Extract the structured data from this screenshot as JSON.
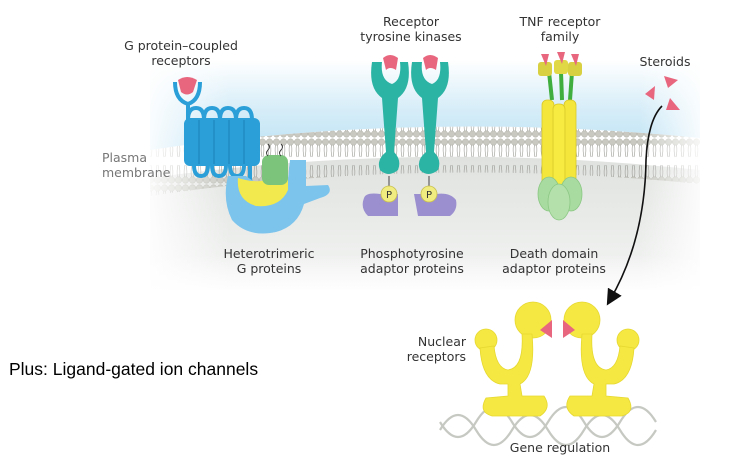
{
  "diagram": {
    "labels": {
      "gpcr": [
        "G protein–coupled",
        "receptors"
      ],
      "rtk": [
        "Receptor",
        "tyrosine kinases"
      ],
      "tnf": [
        "TNF receptor",
        "family"
      ],
      "steroids": "Steroids",
      "membrane": [
        "Plasma",
        "membrane"
      ],
      "g_proteins": [
        "Heterotrimeric",
        "G proteins"
      ],
      "phosphotyrosine": [
        "Phosphotyrosine",
        "adaptor proteins"
      ],
      "death_domain": [
        "Death domain",
        "adaptor proteins"
      ],
      "nuclear": [
        "Nuclear",
        "receptors"
      ],
      "gene_regulation": "Gene regulation",
      "phospho_symbol": "P"
    },
    "footer_note": "Plus: Ligand-gated ion channels",
    "colors": {
      "gpcr_blue": "#2a9fd8",
      "g_protein_light_blue": "#7cc4ec",
      "g_protein_yellow": "#f2e94e",
      "g_protein_green": "#7cc47c",
      "ligand_pink": "#e8677f",
      "rtk_teal": "#2bb3a3",
      "adaptor_purple": "#9b8fcf",
      "phospho_yellow": "#f0ec80",
      "tnf_yellow": "#f5e63c",
      "tnf_green": "#3fae3f",
      "death_domain_green": "#a8dba0",
      "nuclear_yellow": "#f5e842",
      "sky_blue": "#bfe3f5",
      "cytoplasm_gray": "#e4e6e3"
    }
  }
}
